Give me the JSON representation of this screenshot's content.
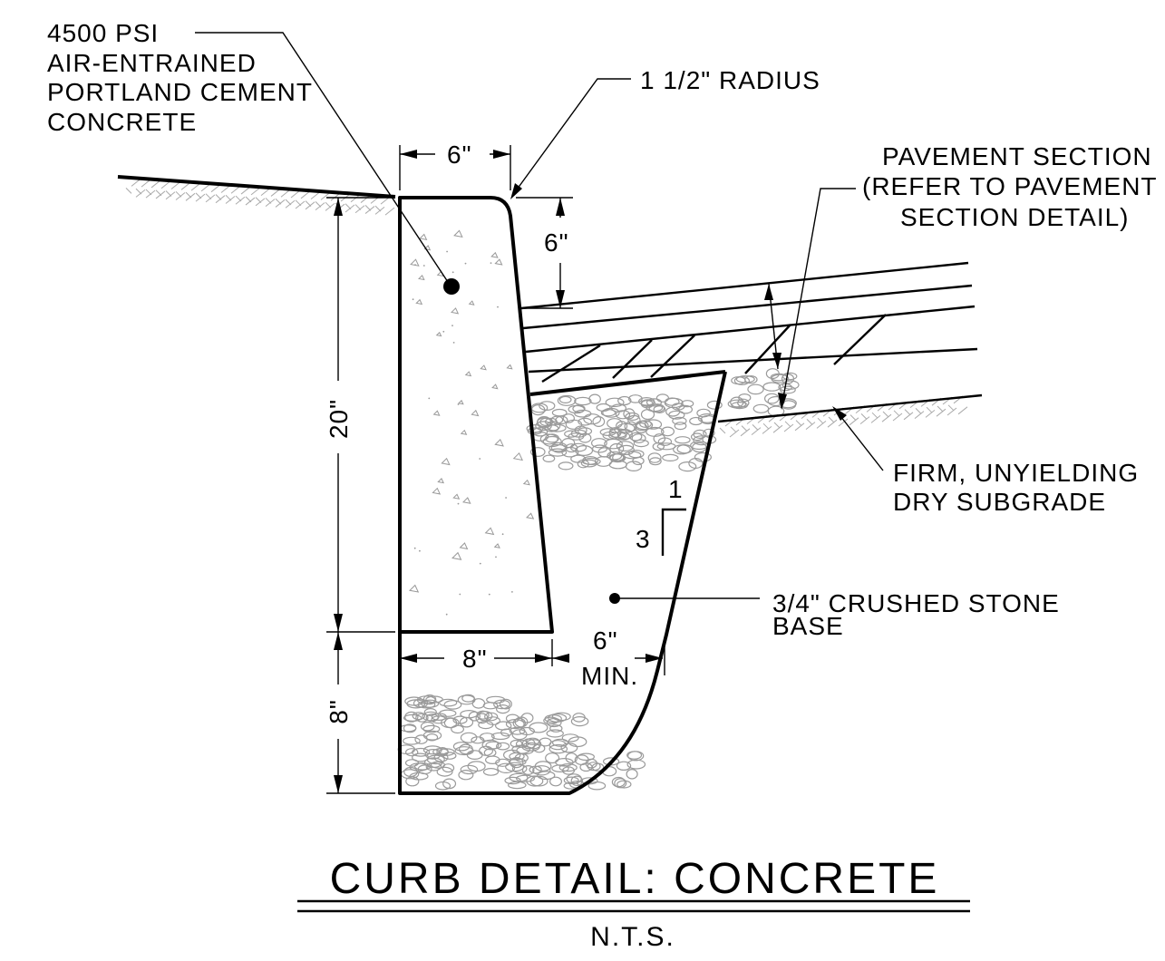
{
  "callouts": {
    "concrete": [
      "4500 PSI",
      "AIR-ENTRAINED",
      "PORTLAND CEMENT",
      "CONCRETE"
    ],
    "radius": "1 1/2\" RADIUS",
    "pavement": [
      "PAVEMENT SECTION",
      "(REFER TO PAVEMENT",
      "SECTION DETAIL)"
    ],
    "subgrade": [
      "FIRM, UNYIELDING",
      "DRY SUBGRADE"
    ],
    "stone": [
      "3/4\" CRUSHED STONE",
      "BASE"
    ]
  },
  "dimensions": {
    "top_width": "6\"",
    "reveal": "6\"",
    "curb_height": "20\"",
    "base_depth": "8\"",
    "bottom_width": "8\"",
    "base_extension": "6\"",
    "base_extension_note": "MIN."
  },
  "slope": {
    "rise": "1",
    "run": "3"
  },
  "title": {
    "main": "CURB DETAIL: CONCRETE",
    "scale": "N.T.S."
  }
}
